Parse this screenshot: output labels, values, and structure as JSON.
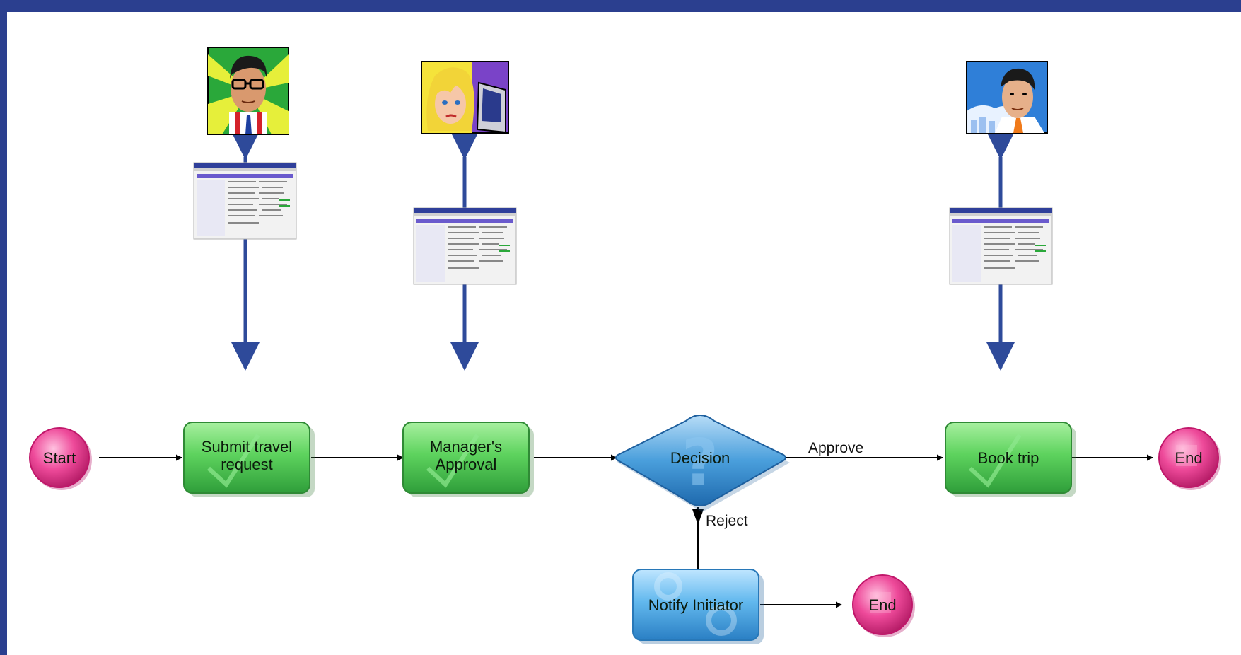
{
  "colors": {
    "frame": "#2b3f8f",
    "role_arrow": "#2e4a9a",
    "task_green": "#59d162",
    "task_blue": "#5ab4ea",
    "terminal_pink": "#e8388f",
    "decision_blue": "#4a9fdc"
  },
  "roles": [
    {
      "icon": "employee-portrait-icon"
    },
    {
      "icon": "manager-portrait-icon"
    },
    {
      "icon": "travel-agent-portrait-icon"
    }
  ],
  "screens": [
    {
      "icon": "form-screenshot-icon"
    },
    {
      "icon": "form-screenshot-icon"
    },
    {
      "icon": "form-screenshot-icon"
    }
  ],
  "nodes": {
    "start": "Start",
    "submit": [
      "Submit travel",
      "request"
    ],
    "approval": [
      "Manager's",
      "Approval"
    ],
    "decision": "Decision",
    "book": "Book trip",
    "end1": "End",
    "notify": "Notify Initiator",
    "end2": "End"
  },
  "edge_labels": {
    "approve": "Approve",
    "reject": "Reject"
  }
}
